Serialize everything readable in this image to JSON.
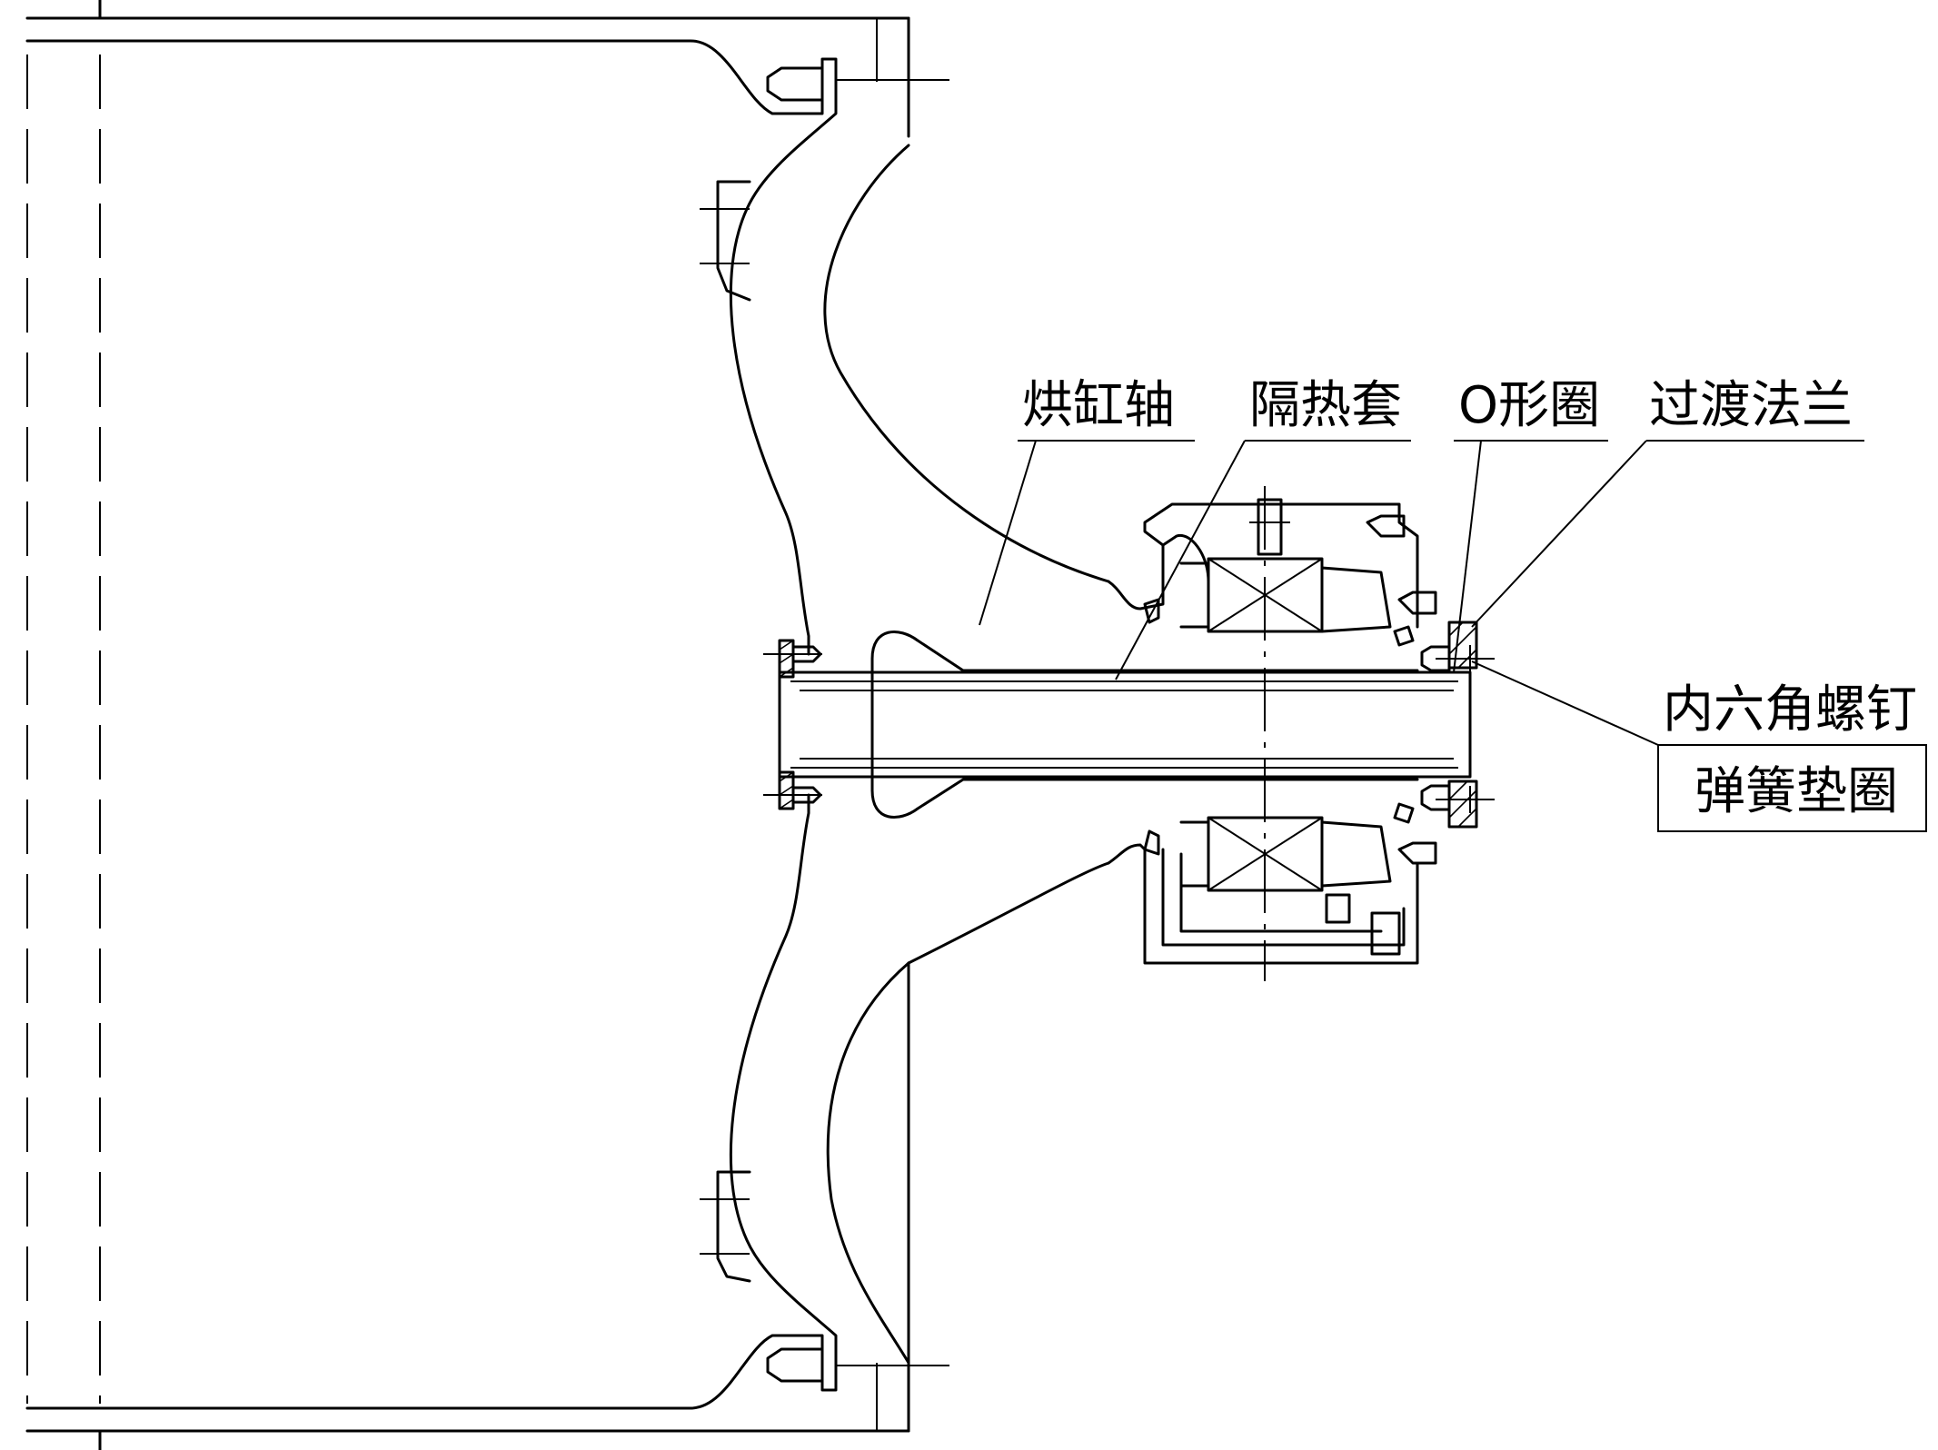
{
  "labels": {
    "shaft": "烘缸轴",
    "insulation_sleeve": "隔热套",
    "o_ring": "O形圈",
    "transition_flange": "过渡法兰",
    "hex_socket_screw": "内六角螺钉",
    "spring_washer": "弹簧垫圈"
  }
}
